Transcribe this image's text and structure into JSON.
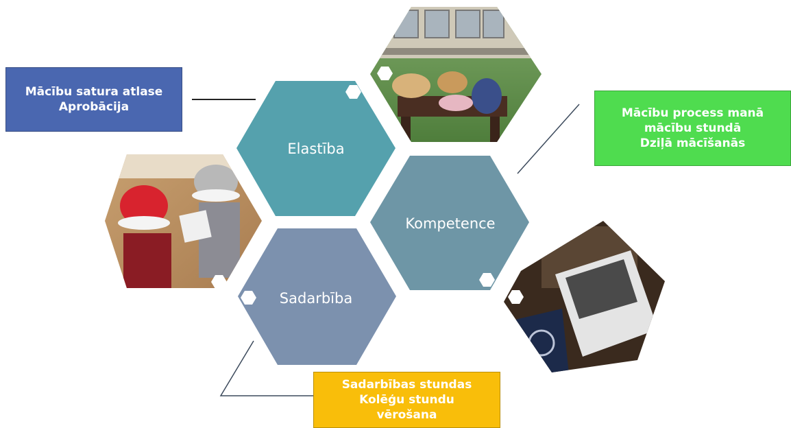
{
  "hexagons": {
    "elastiba": {
      "label": "Elastība",
      "color": "#55a1ad"
    },
    "kompetence": {
      "label": "Kompetence",
      "color": "#6e96a6"
    },
    "sadarbiba": {
      "label": "Sadarbība",
      "color": "#7c91ae"
    }
  },
  "boxes": {
    "blue": {
      "lines": [
        "Mācību satura atlase",
        "Aprobācija"
      ],
      "color": "#4a67b0"
    },
    "green": {
      "lines": [
        "Mācību process manā",
        "mācību stundā",
        "Dziļā mācīšanās"
      ],
      "color": "#4fdc4f"
    },
    "yellow": {
      "lines": [
        "Sadarbības stundas",
        "Kolēģu stundu",
        "vērošana"
      ],
      "color": "#f9be0a"
    }
  },
  "photos": {
    "outdoor": "photo-students-outdoors",
    "indoor": "photo-students-santa-hats",
    "certificate": "photo-certificate"
  },
  "colors": {
    "connector": "#3c4a5c",
    "small_hex": "#ffffff"
  }
}
